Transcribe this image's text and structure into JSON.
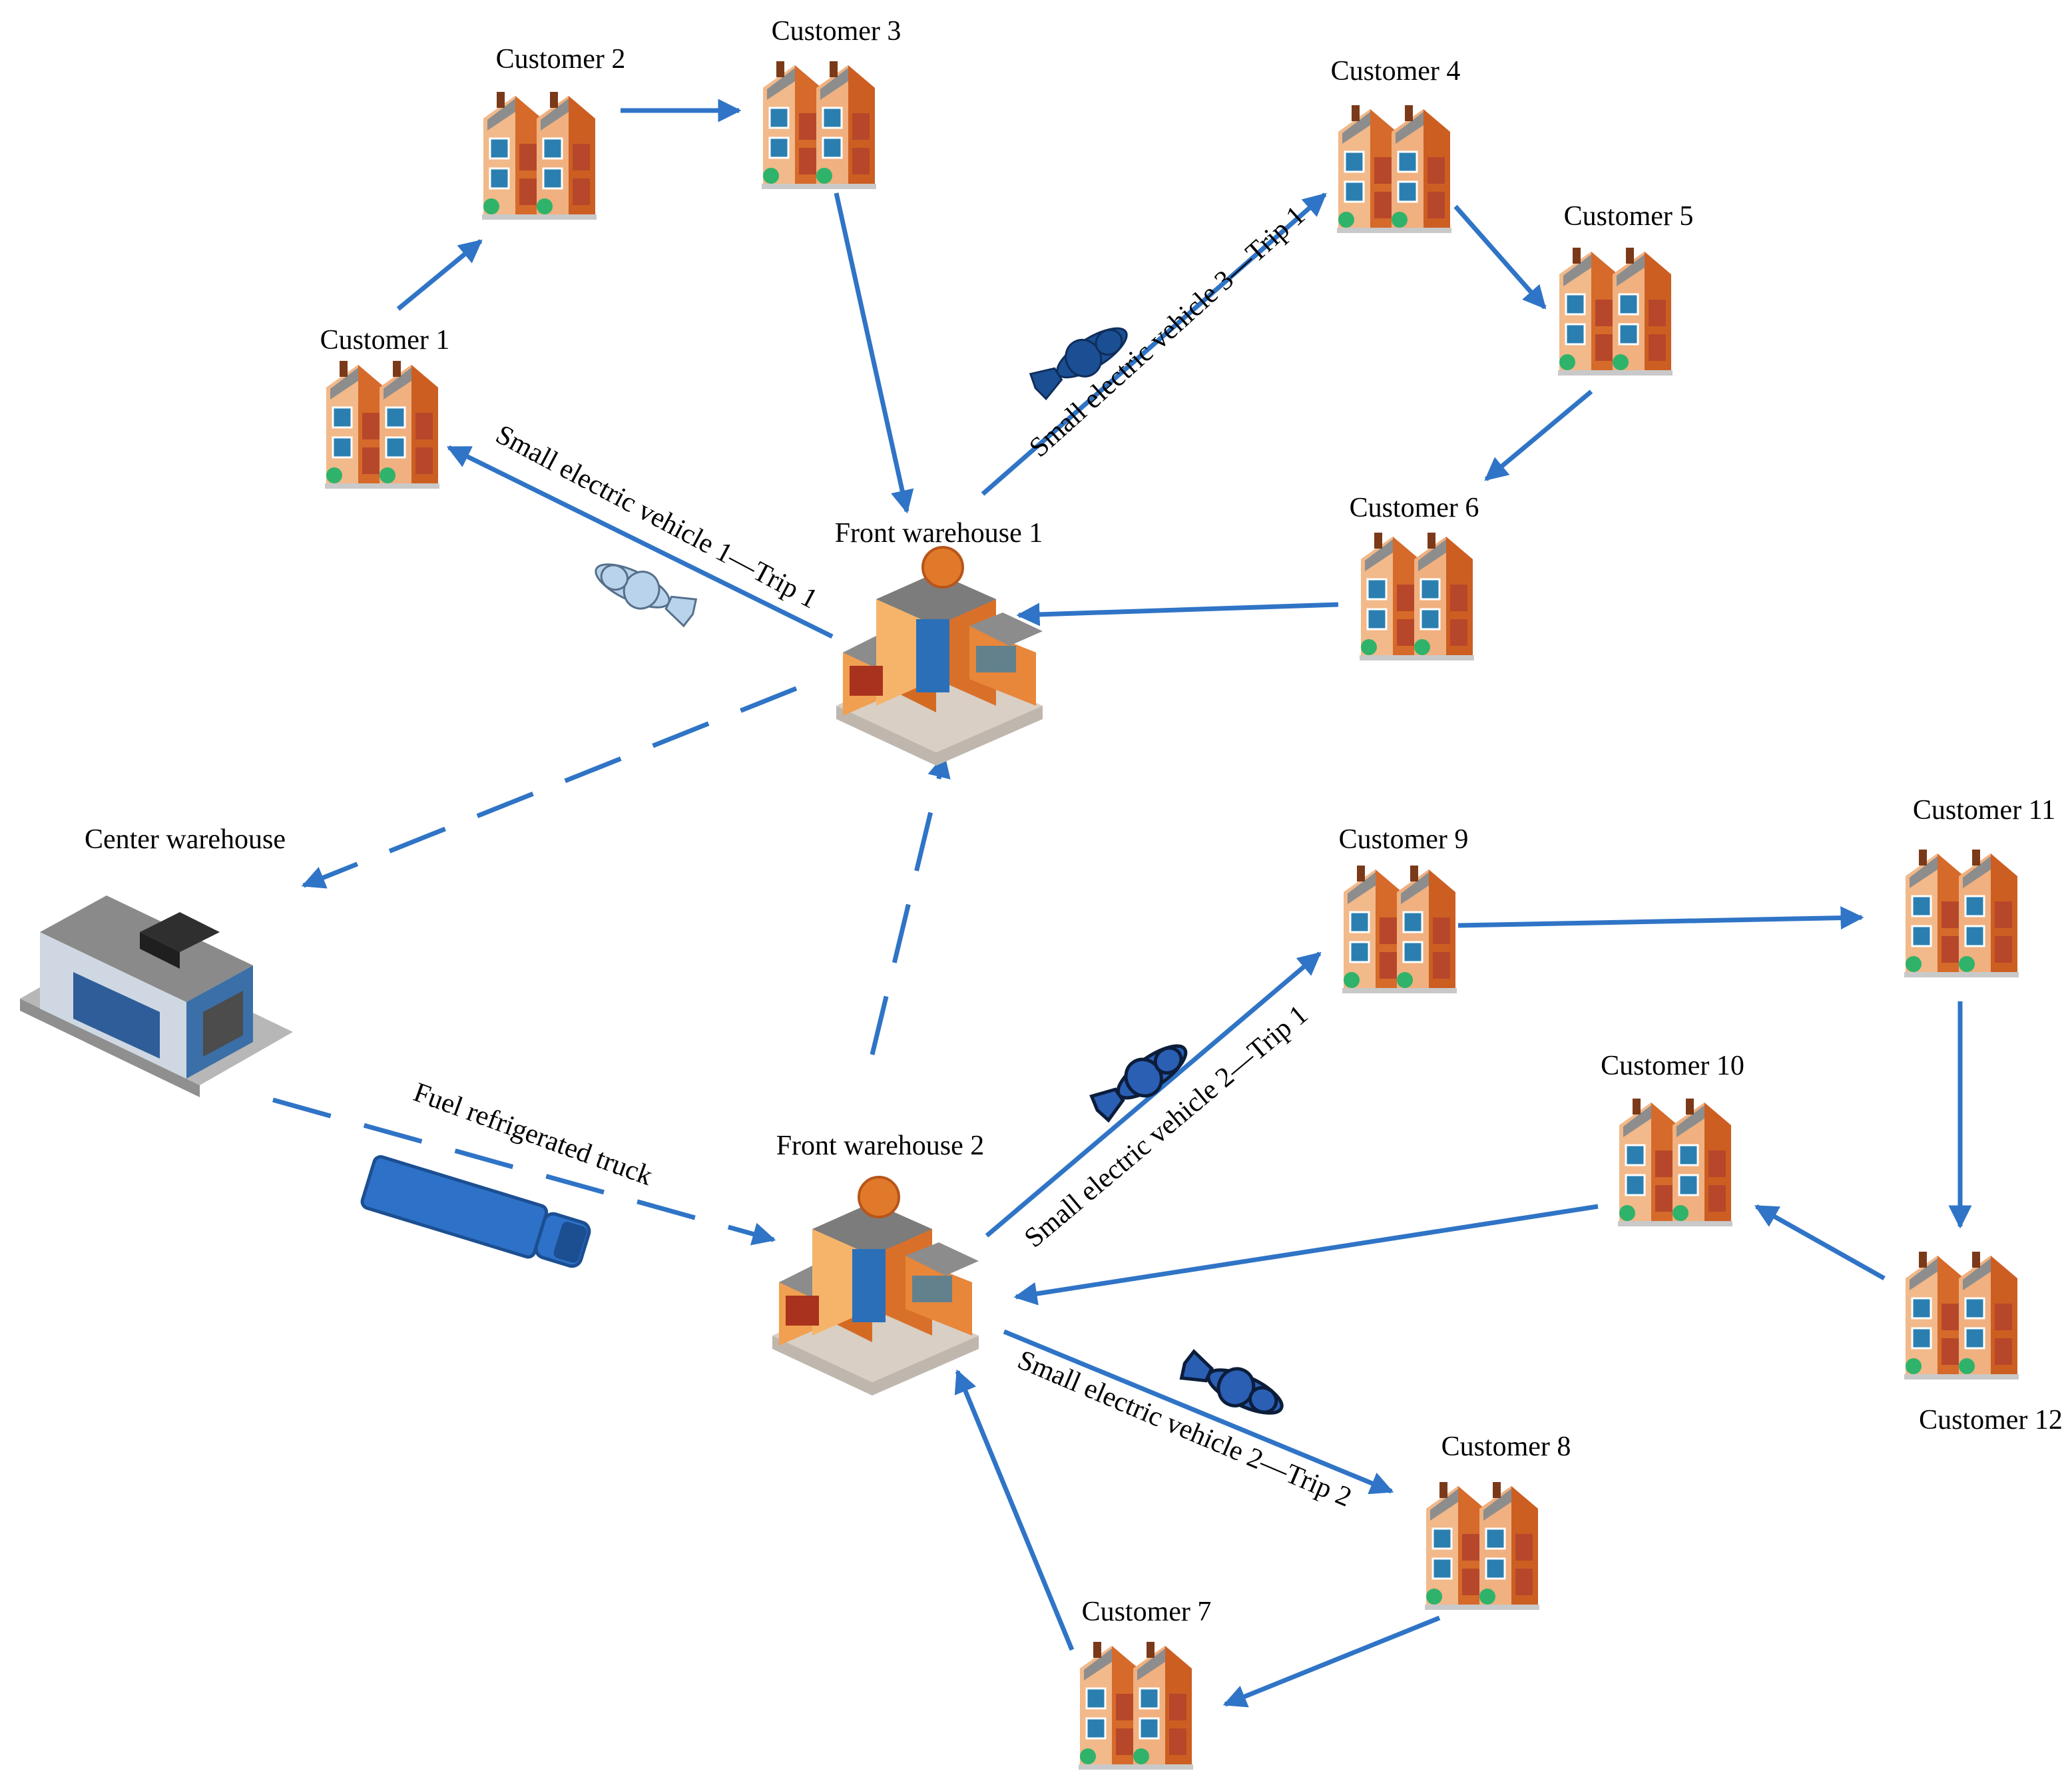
{
  "colors": {
    "route": "#2f74c6",
    "truck": "#2d72c8",
    "ev_light": "#b9d3ec",
    "ev_dark": "#1b4f93",
    "ev_blue": "#2a5fb4"
  },
  "nodes": {
    "center_warehouse": {
      "label": "Center warehouse",
      "icon": "warehouse-building-icon"
    },
    "front_warehouse_1": {
      "label": "Front warehouse 1",
      "icon": "front-warehouse-icon"
    },
    "front_warehouse_2": {
      "label": "Front warehouse 2",
      "icon": "front-warehouse-icon"
    },
    "customers": [
      {
        "label": "Customer 1"
      },
      {
        "label": "Customer 2"
      },
      {
        "label": "Customer 3"
      },
      {
        "label": "Customer 4"
      },
      {
        "label": "Customer 5"
      },
      {
        "label": "Customer 6"
      },
      {
        "label": "Customer 7"
      },
      {
        "label": "Customer 8"
      },
      {
        "label": "Customer 9"
      },
      {
        "label": "Customer 10"
      },
      {
        "label": "Customer 11"
      },
      {
        "label": "Customer 12"
      }
    ]
  },
  "routes": {
    "truck": "Fuel refrigerated truck",
    "ev1_trip1": "Small electric vehicle 1—Trip 1",
    "ev3_trip1": "Small electric vehicle 3—Trip 1",
    "ev2_trip1": "Small electric vehicle 2—Trip 1",
    "ev2_trip2": "Small electric vehicle 2—Trip 2"
  }
}
